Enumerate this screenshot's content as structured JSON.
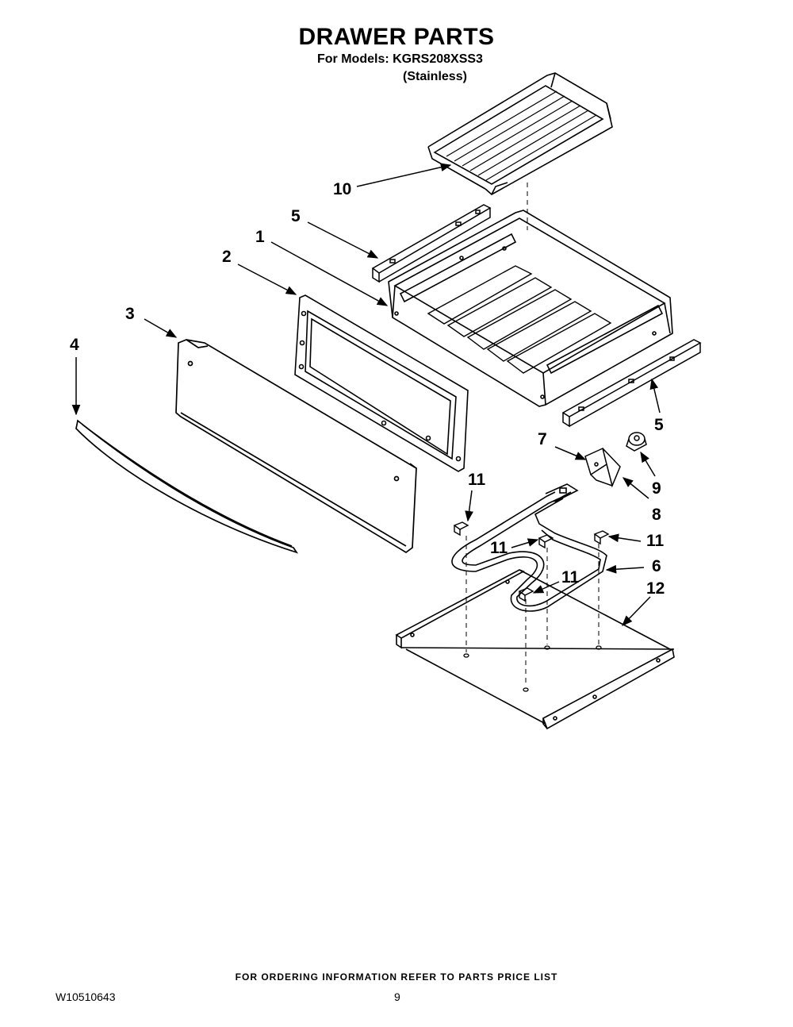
{
  "header": {
    "title": "DRAWER PARTS",
    "models_line": "For Models: KGRS208XSS3",
    "finish_line": "(Stainless)"
  },
  "callouts": [
    "1",
    "2",
    "3",
    "4",
    "5",
    "5",
    "6",
    "7",
    "8",
    "9",
    "10",
    "11",
    "11",
    "11",
    "11",
    "12"
  ],
  "footer": {
    "ordering_note": "FOR ORDERING INFORMATION REFER TO PARTS PRICE LIST",
    "doc_number": "W10510643",
    "page_number": "9"
  }
}
